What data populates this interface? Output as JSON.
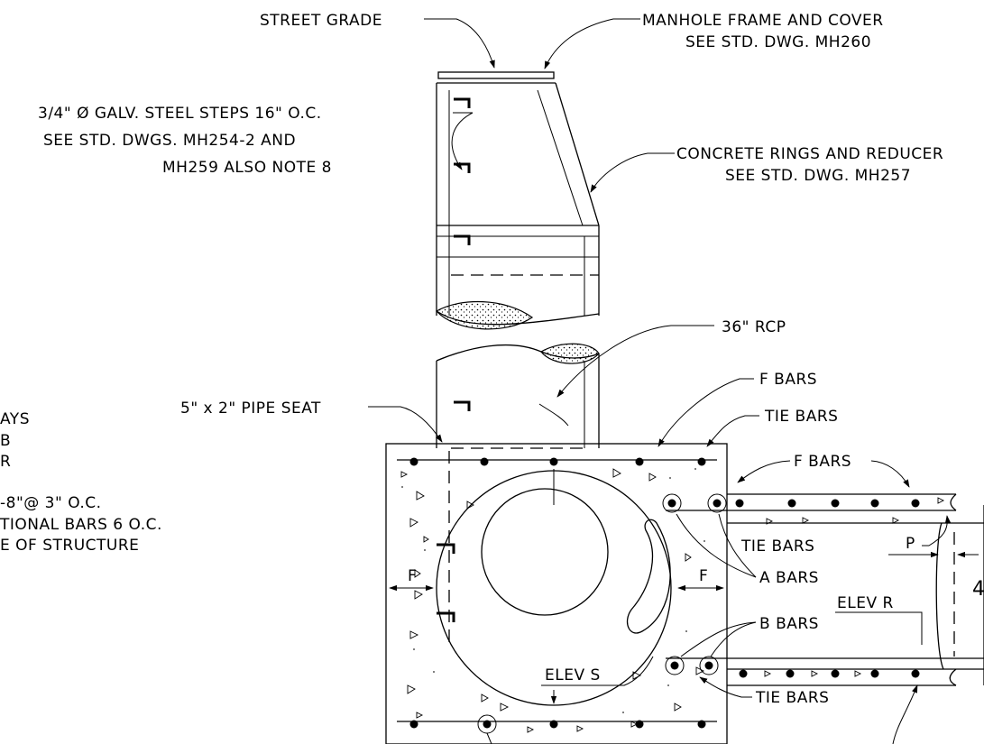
{
  "labels": {
    "street_grade": "STREET GRADE",
    "manhole_frame_1": "MANHOLE FRAME AND COVER",
    "manhole_frame_2": "SEE STD. DWG. MH260",
    "steps_1": "3/4\" Ø GALV. STEEL STEPS 16\" O.C.",
    "steps_2": "SEE STD. DWGS. MH254-2 AND",
    "steps_3": "MH259 ALSO NOTE 8",
    "rings_1": "CONCRETE RINGS AND REDUCER",
    "rings_2": "SEE STD. DWG. MH257",
    "rcp": "36\" RCP",
    "pipe_seat": "5\" x 2\" PIPE SEAT",
    "f_bars_top": "F BARS",
    "tie_bars_top": "TIE BARS",
    "f_bars_slab": "F BARS",
    "tie_bars_mid": "TIE BARS",
    "a_bars": "A BARS",
    "b_bars": "B BARS",
    "tie_bars_bottom": "TIE BARS",
    "elev_r": "ELEV R",
    "elev_s": "ELEV S",
    "f_dim_left": "F",
    "f_dim_right": "F",
    "p_dim": "P",
    "right_clip": "4",
    "left_clip_1": "AYS",
    "left_clip_2": "B",
    "left_clip_3": "R",
    "left_clip_4": "-8\"@ 3\" O.C.",
    "left_clip_5": "TIONAL BARS 6 O.C.",
    "left_clip_6": "E OF STRUCTURE"
  }
}
